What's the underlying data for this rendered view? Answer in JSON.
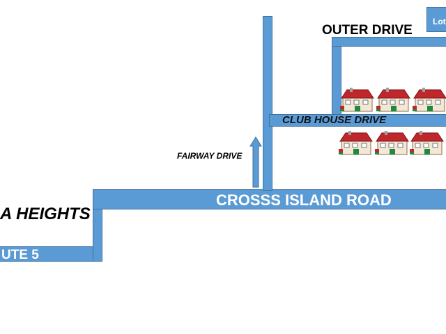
{
  "labels": {
    "heights": "A HEIGHTS",
    "route": "UTE 5",
    "crossIsland": "CROSSS ISLAND ROAD",
    "fairway": "FAIRWAY DRIVE",
    "clubHouse": "CLUB HOUSE DRIVE",
    "outer": "OUTER DRIVE",
    "lot": "Lot"
  },
  "colors": {
    "road": "#5b9bd5",
    "roadBorder": "#41719c",
    "roof": "#c0272d",
    "wall": "#f2e8d5",
    "door": "#1e8a3c"
  },
  "icons": {
    "house": "house-icon",
    "arrow": "arrow-up-icon"
  }
}
